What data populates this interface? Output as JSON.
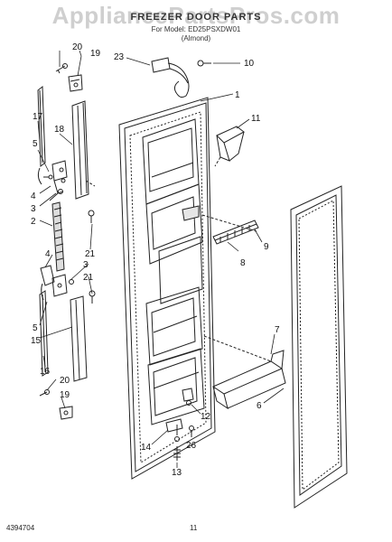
{
  "header": {
    "watermark": "AppliancePartsPros.com",
    "title": "FREEZER DOOR PARTS",
    "parts_for": "For Model: ED25PSXDW01",
    "color": "(Almond)"
  },
  "callouts": {
    "c1": "1",
    "c2": "2",
    "c3a": "3",
    "c3b": "3",
    "c4a": "4",
    "c4b": "4",
    "c5a": "5",
    "c5b": "5",
    "c6": "6",
    "c7": "7",
    "c8": "8",
    "c9": "9",
    "c10": "10",
    "c11": "11",
    "c12": "12",
    "c13": "13",
    "c14": "14",
    "c15": "15",
    "c16": "16",
    "c17": "17",
    "c18": "18",
    "c19a": "19",
    "c19b": "19",
    "c20a": "20",
    "c20b": "20",
    "c21a": "21",
    "c21b": "21",
    "c23": "23",
    "c26": "26"
  },
  "footer": {
    "doc_number": "4394704",
    "page_number": "11"
  }
}
